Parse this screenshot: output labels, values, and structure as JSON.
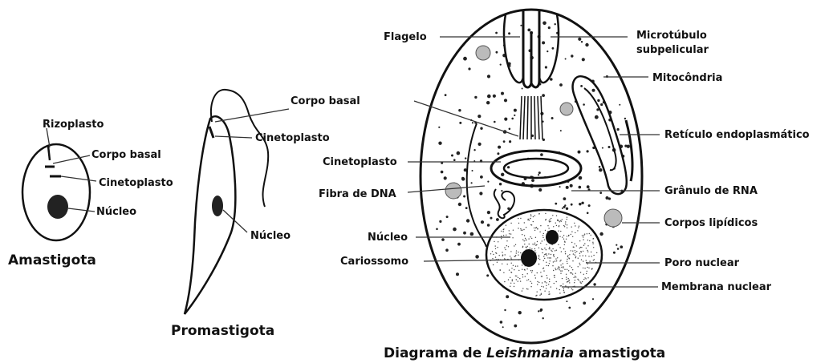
{
  "amastigote": {
    "title": "Amastigota",
    "labels": {
      "rizoplasto": "Rizoplasto",
      "corpo_basal": "Corpo basal",
      "cinetoplasto": "Cinetoplasto",
      "nucleo": "Núcleo"
    }
  },
  "promastigote": {
    "title": "Promastigota",
    "labels": {
      "cinetoplasto": "Cinetoplasto",
      "nucleo": "Núcleo"
    }
  },
  "shared": {
    "corpo_basal": "Corpo basal"
  },
  "diagram": {
    "title_prefix": "Diagrama de ",
    "title_italic": "Leishmania",
    "title_suffix": " amastigota",
    "left_labels": {
      "flagelo": "Flagelo",
      "cinetoplasto": "Cinetoplasto",
      "fibra_dna": "Fibra de DNA",
      "nucleo": "Núcleo",
      "cariossomo": "Cariossomo"
    },
    "right_labels": {
      "microtubulo_1": "Microtúbulo",
      "microtubulo_2": "subpelicular",
      "mitocondria": "Mitocôndria",
      "reticulo": "Retículo endoplasmático",
      "granulo_rna": "Grânulo de RNA",
      "corpos_lipidicos": "Corpos lipídicos",
      "poro_nuclear": "Poro nuclear",
      "membrana_nuclear": "Membrana nuclear"
    }
  }
}
